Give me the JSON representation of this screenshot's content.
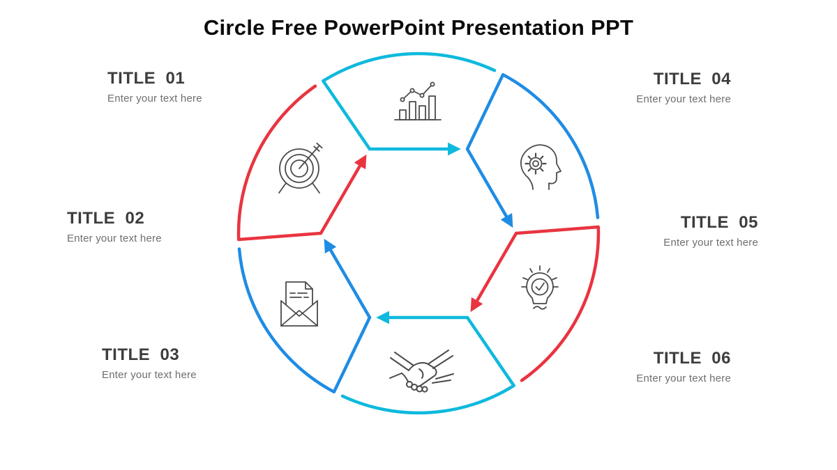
{
  "slide": {
    "heading": "Circle Free PowerPoint Presentation PPT"
  },
  "palette": {
    "cyan": "#0fb9dd",
    "blue": "#1f8ce4",
    "red": "#e93440",
    "icon_stroke": "#4a4a4a"
  },
  "diagram": {
    "segments": [
      {
        "position": "top",
        "icon": "growth-chart-icon",
        "color": "#0fb9dd"
      },
      {
        "position": "top-right",
        "icon": "head-gear-icon",
        "color": "#1f8ce4"
      },
      {
        "position": "bottom-right",
        "icon": "lightbulb-check-icon",
        "color": "#e93440"
      },
      {
        "position": "bottom",
        "icon": "handshake-icon",
        "color": "#0fb9dd"
      },
      {
        "position": "bottom-left",
        "icon": "open-mail-icon",
        "color": "#1f8ce4"
      },
      {
        "position": "top-left",
        "icon": "target-arrow-icon",
        "color": "#e93440"
      }
    ]
  },
  "labels": [
    {
      "title": "TITLE  01",
      "subtitle": "Enter your text here"
    },
    {
      "title": "TITLE  02",
      "subtitle": "Enter your text here"
    },
    {
      "title": "TITLE  03",
      "subtitle": "Enter your text here"
    },
    {
      "title": "TITLE  04",
      "subtitle": "Enter your text here"
    },
    {
      "title": "TITLE  05",
      "subtitle": "Enter your text here"
    },
    {
      "title": "TITLE  06",
      "subtitle": "Enter your text here"
    }
  ]
}
